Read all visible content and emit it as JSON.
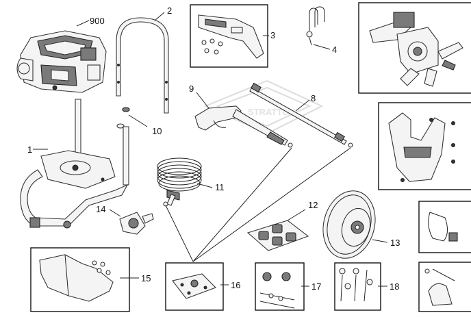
{
  "diagram": {
    "labels": {
      "engine": "900",
      "handle": "2",
      "nozzle_kit": "3",
      "spray_holder": "4",
      "wand": "8",
      "spray_gun": "9",
      "grommet": "10",
      "hose": "11",
      "quick_connects": "12",
      "wheel": "13",
      "inlet_adapter": "14",
      "detergent_tank": "15",
      "hose_seal_kit": "16",
      "wheel_hardware": "17",
      "axle_kit": "18",
      "frame": "1"
    },
    "watermark": "STRATTON"
  }
}
